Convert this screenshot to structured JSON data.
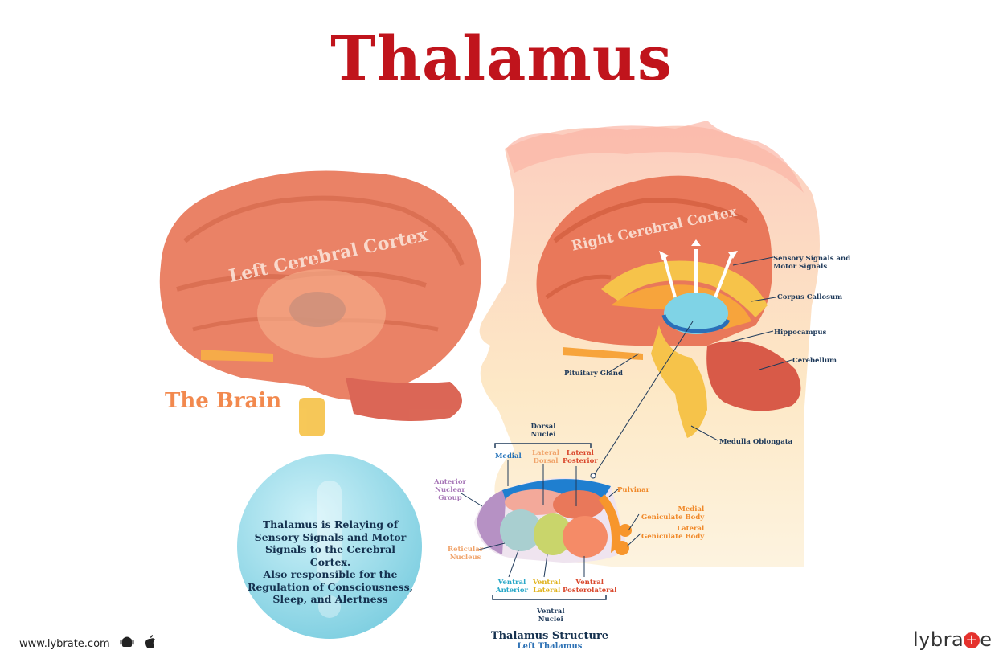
{
  "title": "Thalamus",
  "left_brain": {
    "cortex_label": "Left Cerebral Cortex",
    "caption": "The Brain"
  },
  "right_brain": {
    "cortex_label": "Right Cerebral Cortex",
    "labels": {
      "signals": "Sensory Signals and\nMotor Signals",
      "corpus_callosum": "Corpus Callosum",
      "hippocampus": "Hippocampus",
      "cerebellum": "Cerebellum",
      "pituitary": "Pituitary Gland",
      "medulla": "Medulla Oblongata"
    }
  },
  "structure": {
    "dorsal_nuclei": "Dorsal\nNuclei",
    "medial": "Medial",
    "lateral_dorsal": "Lateral\nDorsal",
    "lateral_posterior": "Lateral\nPosterior",
    "anterior_nuclear_group": "Anterior\nNuclear\nGroup",
    "pulvinar": "Pulvinar",
    "medial_geniculate": "Medial\nGeniculate Body",
    "lateral_geniculate": "Lateral\nGeniculate Body",
    "reticular_nucleus": "Reticular\nNucleus",
    "ventral_anterior": "Ventral\nAnterior",
    "ventral_lateral": "Ventral\nLateral",
    "ventral_posterolateral": "Ventral\nPosterolateral",
    "ventral_nuclei": "Ventral\nNuclei",
    "title": "Thalamus Structure",
    "subtitle": "Left Thalamus"
  },
  "info": {
    "text": "Thalamus is Relaying of Sensory Signals and Motor Signals to the Cerebral Cortex.\nAlso responsible for the Regulation of Consciousness, Sleep, and Alertness"
  },
  "footer": {
    "website": "www.lybrate.com",
    "logo_text": "lybra",
    "logo_tail": "e"
  },
  "colors": {
    "title": "#c0141c",
    "cortex": "#e9785a",
    "thalamus": "#7fd3e6",
    "label": "#1f3a5a"
  }
}
